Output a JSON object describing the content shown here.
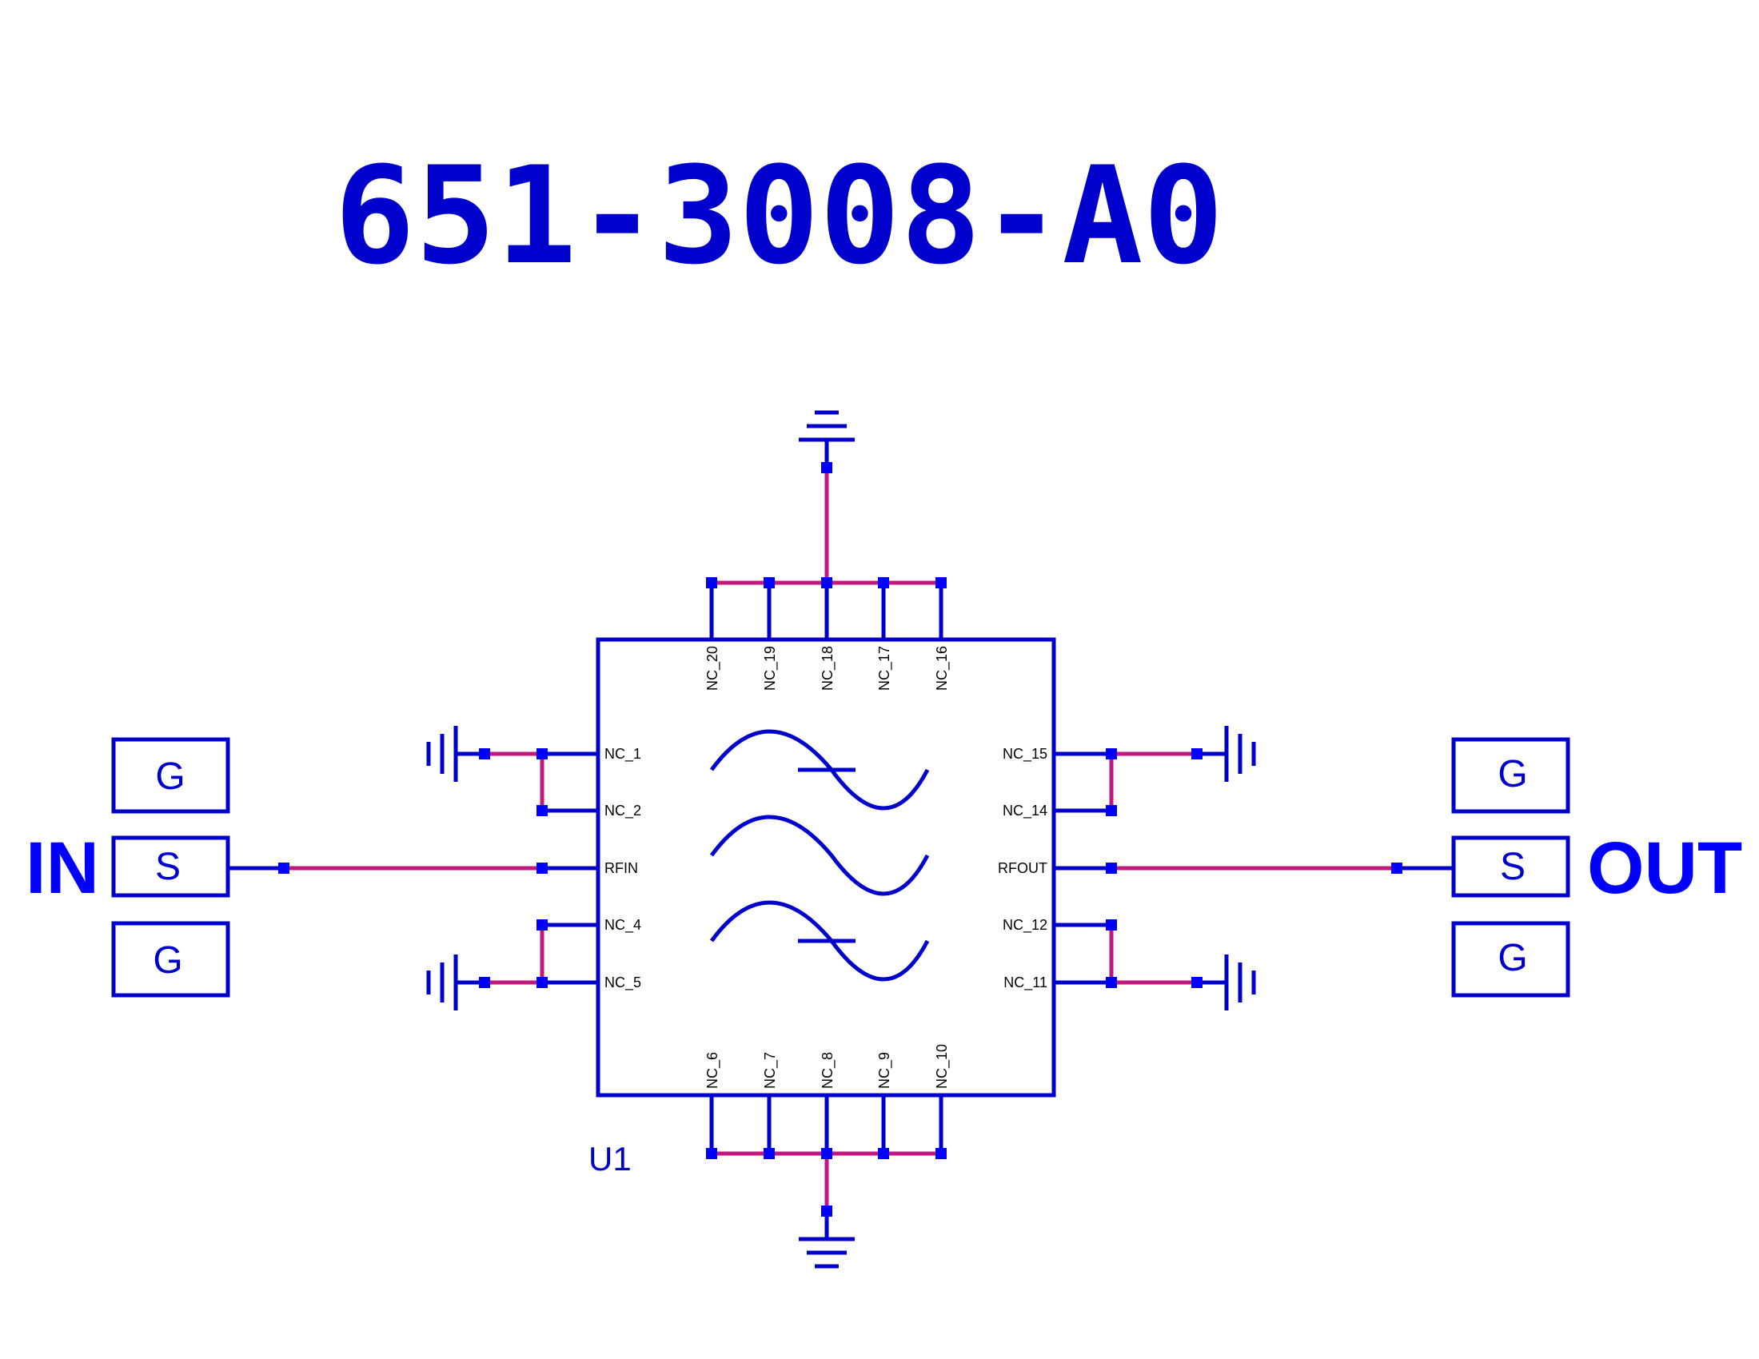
{
  "title": "651-3008-A0",
  "colors": {
    "part": "#0000cc",
    "wire": "#c0187c",
    "text": "#0000cc"
  },
  "input_port": {
    "name": "IN",
    "pads": [
      "G",
      "S",
      "G"
    ]
  },
  "output_port": {
    "name": "OUT",
    "pads": [
      "G",
      "S",
      "G"
    ]
  },
  "component": {
    "ref": "U1",
    "symbol": "filter-icon",
    "left_pins": [
      "NC_1",
      "NC_2",
      "RFIN",
      "NC_4",
      "NC_5"
    ],
    "right_pins": [
      "NC_15",
      "NC_14",
      "RFOUT",
      "NC_12",
      "NC_11"
    ],
    "top_pins": [
      "NC_20",
      "NC_19",
      "NC_18",
      "NC_17",
      "NC_16"
    ],
    "bottom_pins": [
      "NC_6",
      "NC_7",
      "NC_8",
      "NC_9",
      "NC_10"
    ]
  }
}
